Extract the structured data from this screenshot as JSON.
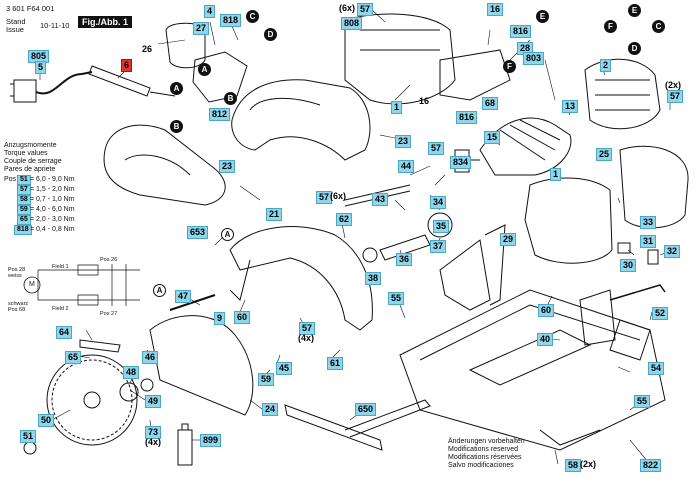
{
  "header": {
    "part_number": "3 601 F64 001",
    "stand_label": "Stand",
    "issue_label": "Issue",
    "stand_date": "10-11-10",
    "figure_label": "Fig./Abb. 1"
  },
  "torque": {
    "lines": [
      "Anzugsmomente",
      "Torque values",
      "Couple de serrage",
      "Pares de apriete"
    ],
    "pos_label": "Pos",
    "rows": [
      {
        "pos": "51",
        "value": "= 6,0 - 9,0 Nm"
      },
      {
        "pos": "57",
        "value": "= 1,5 - 2,0 Nm"
      },
      {
        "pos": "58",
        "value": "= 0,7 - 1,0 Nm"
      },
      {
        "pos": "59",
        "value": "= 4,0 - 6,0 Nm"
      },
      {
        "pos": "65",
        "value": "= 2,0 - 3,0 Nm"
      },
      {
        "pos": "818",
        "value": "= 0,4 - 0,8 Nm"
      }
    ]
  },
  "wiring": {
    "pos28": "Pos 28",
    "weiss": "weiss",
    "field1": "Field 1",
    "field2": "Field 2",
    "schwarz": "schwarz",
    "pos68": "Pos 68",
    "pos26": "Pos 26",
    "pos27": "Pos 27",
    "motor": "M"
  },
  "footer": {
    "lines": [
      "Änderungen vorbehalten",
      "Modifications reserved",
      "Modifications réservées",
      "Salvo modificaciones"
    ]
  },
  "connectors": [
    "A",
    "B",
    "C",
    "D",
    "E",
    "F"
  ],
  "callouts": [
    {
      "label": "805",
      "kind": "box"
    },
    {
      "label": "5",
      "kind": "box"
    },
    {
      "label": "6",
      "kind": "red"
    },
    {
      "label": "26",
      "kind": "plain"
    },
    {
      "label": "4",
      "kind": "box"
    },
    {
      "label": "818",
      "kind": "box"
    },
    {
      "label": "27",
      "kind": "box"
    },
    {
      "label": "812",
      "kind": "box"
    },
    {
      "label": "57",
      "kind": "box"
    },
    {
      "label": "(6x)",
      "kind": "plain"
    },
    {
      "label": "808",
      "kind": "box"
    },
    {
      "label": "1",
      "kind": "box"
    },
    {
      "label": "16",
      "kind": "box"
    },
    {
      "label": "816",
      "kind": "box"
    },
    {
      "label": "28",
      "kind": "box"
    },
    {
      "label": "2",
      "kind": "box"
    },
    {
      "label": "(2x)",
      "kind": "plain"
    },
    {
      "label": "57",
      "kind": "box"
    },
    {
      "label": "803",
      "kind": "box"
    },
    {
      "label": "13",
      "kind": "box"
    },
    {
      "label": "16",
      "kind": "box"
    },
    {
      "label": "68",
      "kind": "box"
    },
    {
      "label": "816",
      "kind": "box"
    },
    {
      "label": "15",
      "kind": "box"
    },
    {
      "label": "23",
      "kind": "box"
    },
    {
      "label": "23",
      "kind": "box"
    },
    {
      "label": "57",
      "kind": "box"
    },
    {
      "label": "834",
      "kind": "box"
    },
    {
      "label": "25",
      "kind": "box"
    },
    {
      "label": "1",
      "kind": "box"
    },
    {
      "label": "44",
      "kind": "box"
    },
    {
      "label": "57",
      "kind": "box"
    },
    {
      "label": "(6x)",
      "kind": "plain"
    },
    {
      "label": "43",
      "kind": "box"
    },
    {
      "label": "34",
      "kind": "box"
    },
    {
      "label": "21",
      "kind": "box"
    },
    {
      "label": "62",
      "kind": "box"
    },
    {
      "label": "35",
      "kind": "box"
    },
    {
      "label": "33",
      "kind": "box"
    },
    {
      "label": "653",
      "kind": "box"
    },
    {
      "label": "37",
      "kind": "box"
    },
    {
      "label": "29",
      "kind": "box"
    },
    {
      "label": "31",
      "kind": "box"
    },
    {
      "label": "32",
      "kind": "box"
    },
    {
      "label": "36",
      "kind": "box"
    },
    {
      "label": "38",
      "kind": "box"
    },
    {
      "label": "30",
      "kind": "box"
    },
    {
      "label": "47",
      "kind": "box"
    },
    {
      "label": "55",
      "kind": "box"
    },
    {
      "label": "9",
      "kind": "box"
    },
    {
      "label": "60",
      "kind": "box"
    },
    {
      "label": "60",
      "kind": "box"
    },
    {
      "label": "52",
      "kind": "box"
    },
    {
      "label": "57",
      "kind": "box"
    },
    {
      "label": "(4x)",
      "kind": "plain"
    },
    {
      "label": "64",
      "kind": "box"
    },
    {
      "label": "40",
      "kind": "box"
    },
    {
      "label": "65",
      "kind": "box"
    },
    {
      "label": "46",
      "kind": "box"
    },
    {
      "label": "61",
      "kind": "box"
    },
    {
      "label": "48",
      "kind": "box"
    },
    {
      "label": "45",
      "kind": "box"
    },
    {
      "label": "59",
      "kind": "box"
    },
    {
      "label": "54",
      "kind": "box"
    },
    {
      "label": "49",
      "kind": "box"
    },
    {
      "label": "24",
      "kind": "box"
    },
    {
      "label": "650",
      "kind": "box"
    },
    {
      "label": "55",
      "kind": "box"
    },
    {
      "label": "50",
      "kind": "box"
    },
    {
      "label": "73",
      "kind": "box"
    },
    {
      "label": "(4x)",
      "kind": "plain"
    },
    {
      "label": "899",
      "kind": "box"
    },
    {
      "label": "51",
      "kind": "box"
    },
    {
      "label": "58",
      "kind": "box"
    },
    {
      "label": "(2x)",
      "kind": "plain"
    },
    {
      "label": "822",
      "kind": "box"
    }
  ]
}
